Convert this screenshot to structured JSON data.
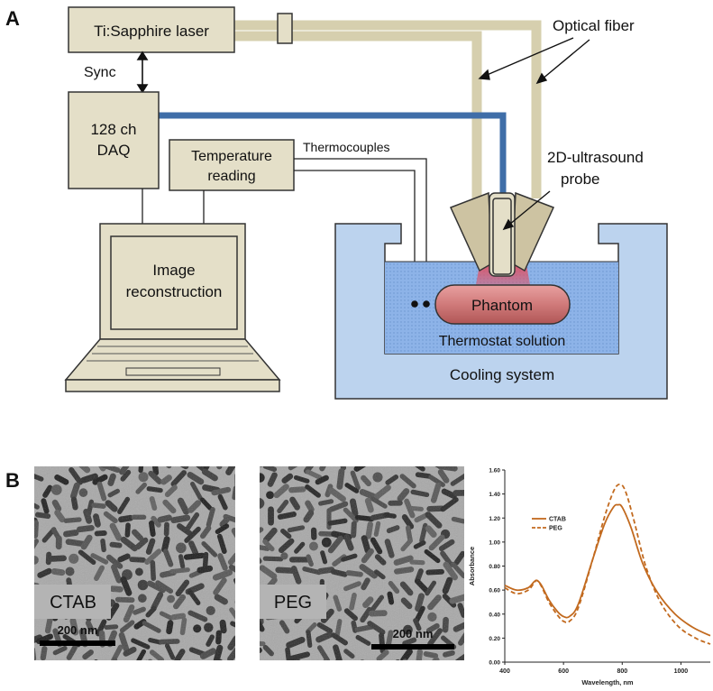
{
  "panel_a": {
    "letter": "A",
    "laser": "Ti:Sapphire laser",
    "sync": "Sync",
    "daq_line1": "128 ch",
    "daq_line2": "DAQ",
    "temp_line1": "Temperature",
    "temp_line2": "reading",
    "thermocouples": "Thermocouples",
    "optical_fiber": "Optical fiber",
    "probe_line1": "2D-ultrasound",
    "probe_line2": "probe",
    "screen_line1": "Image",
    "screen_line2": "reconstruction",
    "phantom": "Phantom",
    "solution": "Thermostat solution",
    "cooling": "Cooling system"
  },
  "panel_b": {
    "letter": "B",
    "tem_left_label": "CTAB",
    "tem_left_scale": "200 nm",
    "tem_right_label": "PEG",
    "tem_right_scale": "200 nm"
  },
  "colors": {
    "box_fill": "#e4dfc8",
    "fiber": "#d6cfae",
    "cable": "#3f6ea8",
    "bath": "#bcd3ee",
    "water": "#8db3e8",
    "phantom": "#c96c6c",
    "curve": "#c26a1f"
  },
  "chart_data": {
    "type": "line",
    "title": "",
    "xlabel": "Wavelength, nm",
    "ylabel": "Absorbance",
    "xlim": [
      400,
      1100
    ],
    "ylim": [
      0,
      1.6
    ],
    "xticks": [
      "400",
      "600",
      "800",
      "1000"
    ],
    "yticks": [
      "0.00",
      "0.20",
      "0.40",
      "0.60",
      "0.80",
      "1.00",
      "1.20",
      "1.40",
      "1.60"
    ],
    "legend": "upper-left",
    "series": [
      {
        "name": "CTAB",
        "style": "solid",
        "x": [
          400,
          440,
          480,
          500,
          510,
          525,
          550,
          580,
          600,
          620,
          650,
          700,
          740,
          770,
          785,
          800,
          830,
          870,
          920,
          980,
          1040,
          1100
        ],
        "y": [
          0.64,
          0.6,
          0.62,
          0.67,
          0.68,
          0.64,
          0.52,
          0.42,
          0.38,
          0.38,
          0.48,
          0.86,
          1.15,
          1.29,
          1.31,
          1.29,
          1.12,
          0.82,
          0.58,
          0.4,
          0.29,
          0.22
        ]
      },
      {
        "name": "PEG",
        "style": "dashed",
        "x": [
          400,
          440,
          480,
          500,
          510,
          525,
          550,
          580,
          600,
          620,
          650,
          700,
          740,
          770,
          790,
          810,
          840,
          880,
          930,
          990,
          1050,
          1100
        ],
        "y": [
          0.62,
          0.57,
          0.6,
          0.66,
          0.68,
          0.63,
          0.5,
          0.39,
          0.34,
          0.34,
          0.45,
          0.86,
          1.21,
          1.42,
          1.48,
          1.43,
          1.18,
          0.8,
          0.5,
          0.3,
          0.2,
          0.15
        ]
      }
    ]
  }
}
